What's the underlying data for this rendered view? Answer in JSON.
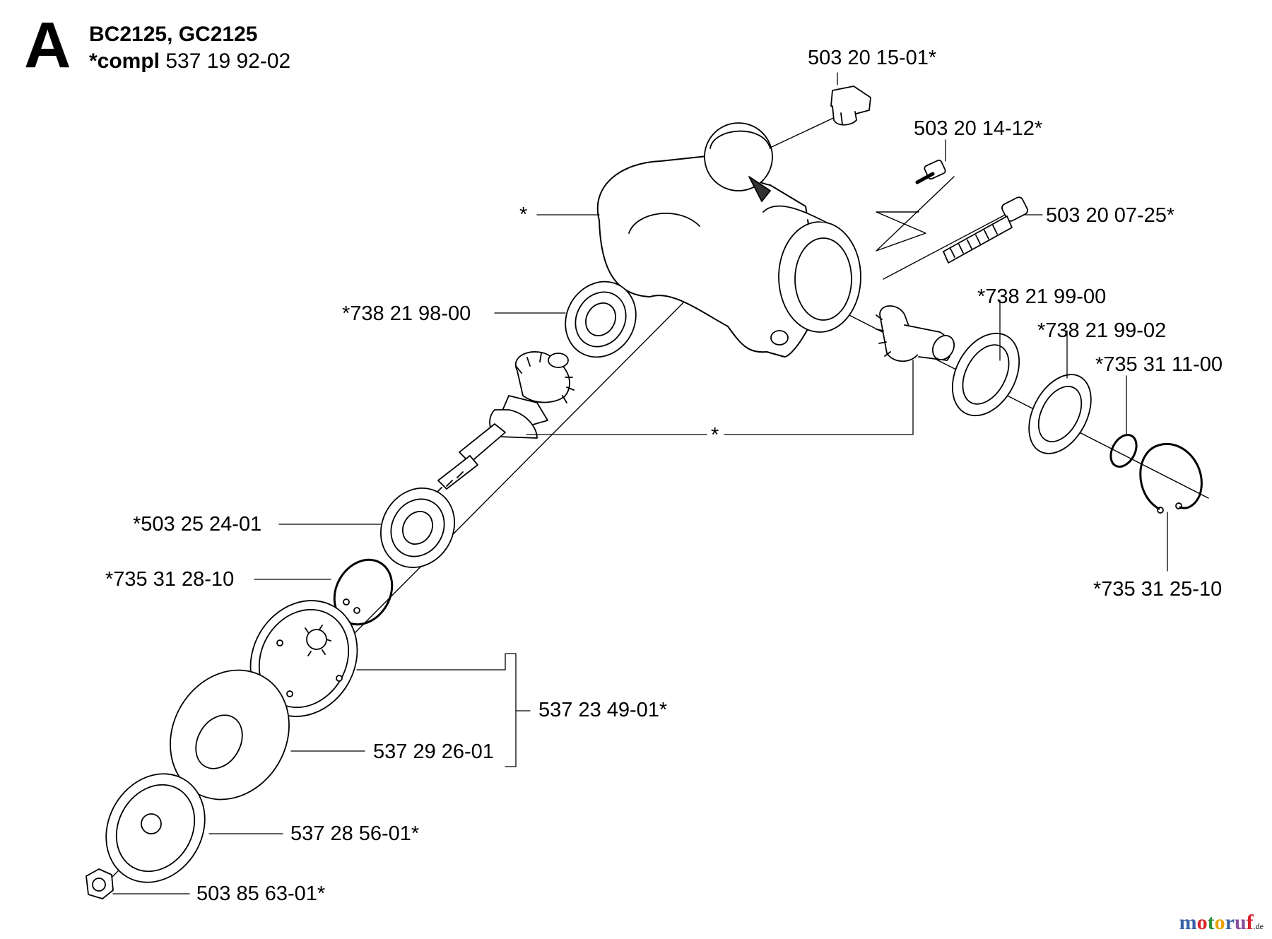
{
  "header": {
    "section_letter": "A",
    "models": "BC2125, GC2125",
    "compl_prefix": "*compl",
    "compl_number": "537 19 92-02"
  },
  "parts": [
    {
      "id": "cap-plug",
      "label": "503 20 15-01*"
    },
    {
      "id": "screw-short",
      "label": "503 20 14-12*"
    },
    {
      "id": "screw-long",
      "label": "503 20 07-25*"
    },
    {
      "id": "gear-housing",
      "label": "*"
    },
    {
      "id": "bearing-upper",
      "label": "*738 21 98-00"
    },
    {
      "id": "bearing-pinion",
      "label": "*738 21 99-00"
    },
    {
      "id": "bearing-outer",
      "label": "*738 21 99-02"
    },
    {
      "id": "snap-ring-small",
      "label": "*735 31 11-00"
    },
    {
      "id": "gear-set",
      "label": "*"
    },
    {
      "id": "snap-ring-large",
      "label": "*735 31 25-10"
    },
    {
      "id": "bearing-lower",
      "label": "*503 25 24-01"
    },
    {
      "id": "circlip",
      "label": "*735 31 28-10"
    },
    {
      "id": "guard-kit",
      "label": "537 23 49-01*"
    },
    {
      "id": "flange",
      "label": "537 29 26-01"
    },
    {
      "id": "support-cup",
      "label": "537 28 56-01*"
    },
    {
      "id": "nut",
      "label": "503 85 63-01*"
    }
  ],
  "watermark": {
    "brand_colored": "motoruf",
    "suffix": ".de",
    "colors": [
      "#3a63a8",
      "#d8232a",
      "#2f8f3a",
      "#e8a200",
      "#3a63a8",
      "#8a4fa0",
      "#d8232a"
    ]
  }
}
